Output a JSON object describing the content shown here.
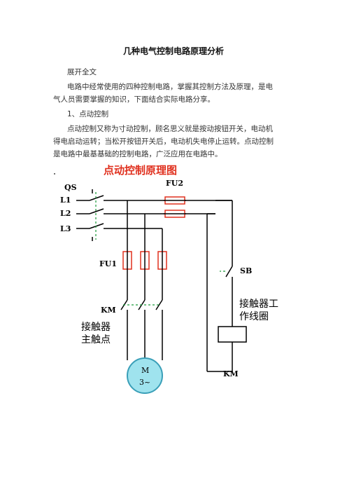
{
  "document": {
    "title": "几种电气控制电路原理分析",
    "expand_label": "展开全文",
    "intro_line1": "电路中经常使用的四种控制电路，掌握其控制方法及原理，是电",
    "intro_line2": "气人员需要掌握的知识，下面结合实际电路分享。",
    "section_heading": "1、点动控制",
    "para_line1": "点动控制又称为寸动控制，顾名思义就是按动按钮开关，电动机",
    "para_line2": "得电启动运转；当松开按钮开关后，电动机失电停止运转。点动控制",
    "para_line3": "是电路中最基基础的控制电路，广泛应用在电路中。"
  },
  "diagram": {
    "title": "点动控制原理图",
    "labels": {
      "qs": "QS",
      "l1": "L1",
      "l2": "L2",
      "l3": "L3",
      "fu2": "FU2",
      "fu1": "FU1",
      "sb": "SB",
      "km_main": "KM",
      "main_contact_1": "接触器",
      "main_contact_2": "主触点",
      "coil_1": "接触器工",
      "coil_2": "作线圈",
      "km_coil": "KM",
      "motor_m": "M",
      "motor_phase": "3~"
    },
    "colors": {
      "title": "#e0301e",
      "fuse": "#e0301e",
      "wire": "#000000",
      "dashed": "#1a9a3a",
      "motor_fill": "#9fe3ee",
      "motor_stroke": "#3a9fb8"
    }
  }
}
